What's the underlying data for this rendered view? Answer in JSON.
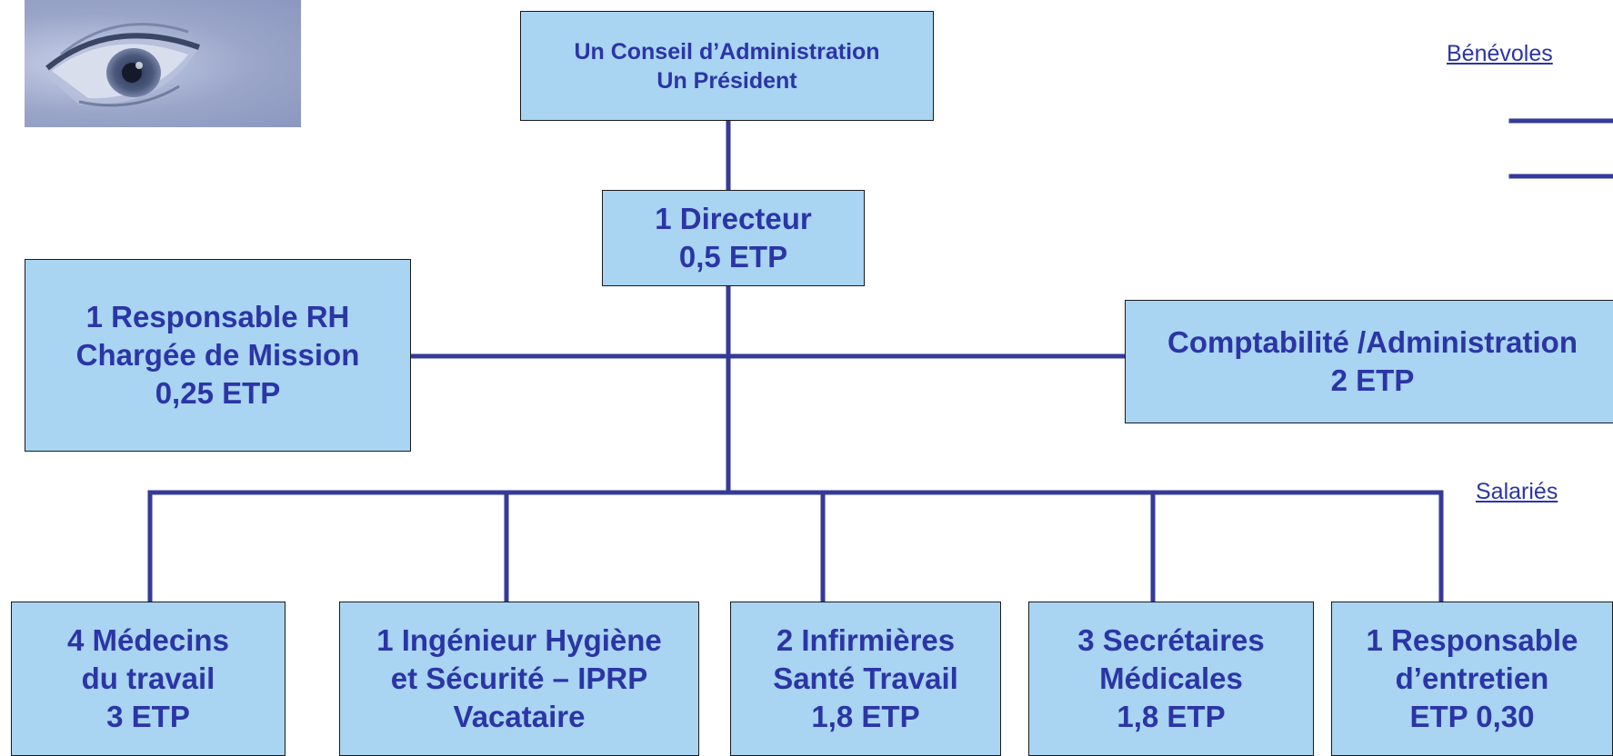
{
  "legend": {
    "benevoles": "Bénévoles",
    "salaries": "Salariés"
  },
  "colors": {
    "box_fill": "#a9d4f2",
    "text": "#2b35a6",
    "connector": "#353a98"
  },
  "logo": {
    "icon": "eye-photo"
  },
  "nodes": {
    "conseil": [
      "Un Conseil d’Administration",
      "Un Président"
    ],
    "directeur": [
      "1 Directeur",
      "0,5 ETP"
    ],
    "rh": [
      "1 Responsable RH",
      "Chargée de Mission",
      "0,25 ETP"
    ],
    "compta": [
      "Comptabilité /Administration",
      "2 ETP"
    ],
    "medecins": [
      "4 Médecins",
      "du travail",
      "3 ETP"
    ],
    "ingenieur": [
      "1 Ingénieur Hygiène",
      "et Sécurité – IPRP",
      "Vacataire"
    ],
    "infirmieres": [
      "2 Infirmières",
      "Santé Travail",
      "1,8 ETP"
    ],
    "secretaires": [
      "3 Secrétaires",
      "Médicales",
      "1,8 ETP"
    ],
    "entretien": [
      "1 Responsable",
      "d’entretien",
      "ETP 0,30"
    ]
  }
}
